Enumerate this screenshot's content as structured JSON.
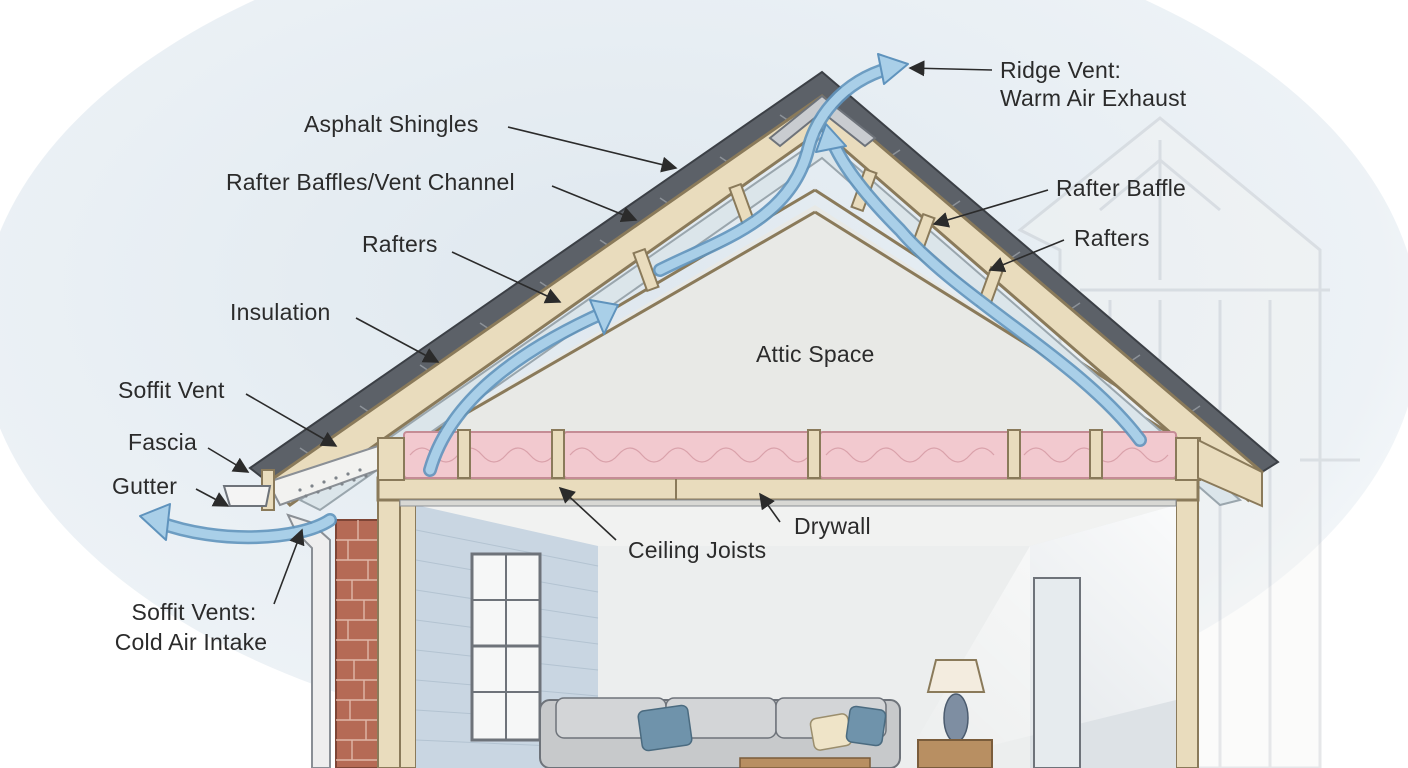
{
  "labels": {
    "ridge_vent_line1": "Ridge Vent:",
    "ridge_vent_line2": "Warm Air Exhaust",
    "asphalt_shingles": "Asphalt Shingles",
    "rafter_baffles": "Rafter Baffles/Vent Channel",
    "rafters_left": "Rafters",
    "insulation": "Insulation",
    "soffit_vent": "Soffit Vent",
    "fascia": "Fascia",
    "gutter": "Gutter",
    "soffit_vents_line1": "Soffit Vents:",
    "soffit_vents_line2": "Cold Air Intake",
    "rafter_baffle_right": "Rafter Baffle",
    "rafters_right": "Rafters",
    "attic_space": "Attic Space",
    "drywall": "Drywall",
    "ceiling_joists": "Ceiling Joists"
  },
  "colors": {
    "sky": "#dfe8ef",
    "wood": "#e9dcbd",
    "wood_edge": "#8a7a5a",
    "shingle": "#5c6168",
    "insulation": "#f2c9cf",
    "airflow": "#a9cfe8",
    "airflow_edge": "#5f93bd",
    "brick": "#b56a55",
    "siding": "#c9d6e2",
    "attic": "#e7e8e6"
  }
}
